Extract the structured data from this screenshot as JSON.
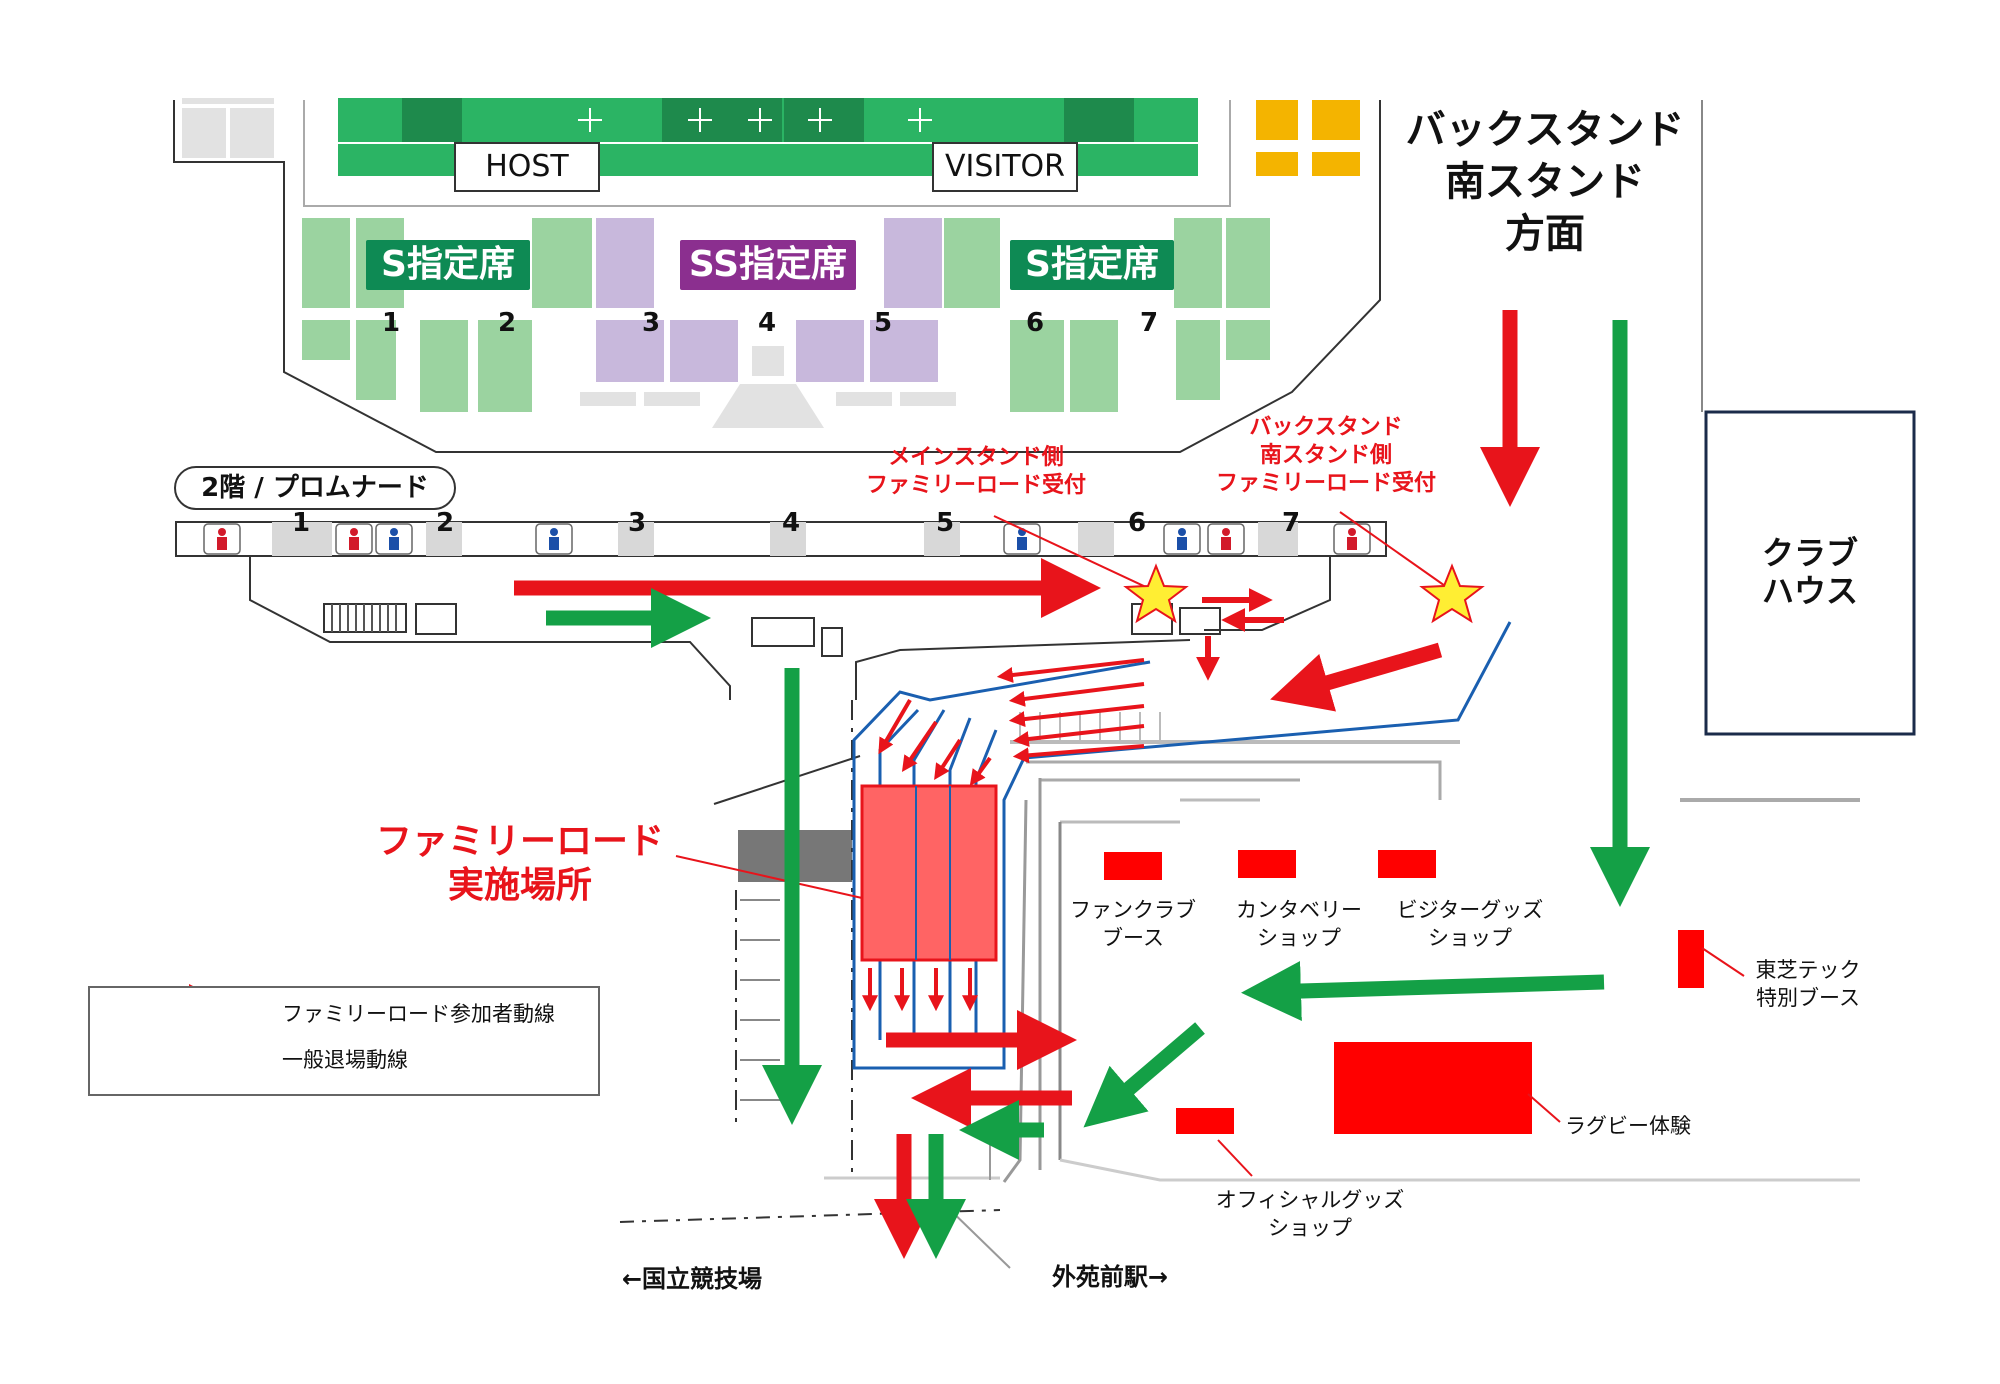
{
  "stadium": {
    "field_labels": {
      "host": "HOST",
      "visitor": "VISITOR"
    },
    "seat_badges": [
      {
        "label": "S指定席",
        "color": "#0e8a54"
      },
      {
        "label": "SS指定席",
        "color": "#8b2f8f"
      },
      {
        "label": "S指定席",
        "color": "#0e8a54"
      }
    ],
    "seat_numbers": [
      "1",
      "2",
      "3",
      "4",
      "5",
      "6",
      "7"
    ]
  },
  "promenade": {
    "label": "2階 / プロムナード",
    "gate_numbers": [
      "1",
      "2",
      "3",
      "4",
      "5",
      "6",
      "7"
    ]
  },
  "labels": {
    "back_stand": [
      "バックスタンド",
      "南スタンド",
      "方面"
    ],
    "main_reception": [
      "メインスタンド側",
      "ファミリーロード受付"
    ],
    "back_reception": [
      "バックスタンド",
      "南スタンド側",
      "ファミリーロード受付"
    ],
    "club_house": [
      "クラブ",
      "ハウス"
    ],
    "family_road_venue": [
      "ファミリーロード",
      "実施場所"
    ],
    "fanclub_booth": [
      "ファンクラブ",
      "ブース"
    ],
    "canterbury_shop": [
      "カンタベリー",
      "ショップ"
    ],
    "visitor_goods": [
      "ビジターグッズ",
      "ショップ"
    ],
    "toshiba_booth": [
      "東芝テック",
      "特別ブース"
    ],
    "rugby_experience": "ラグビー体験",
    "official_goods": [
      "オフィシャルグッズ",
      "ショップ"
    ],
    "national_stadium": "←国立競技場",
    "gaienmae_station": "外苑前駅→"
  },
  "legend": [
    {
      "label": "ファミリーロード参加者動線",
      "color": "#e8141b"
    },
    {
      "label": "一般退場動線",
      "color": "#14a046"
    }
  ],
  "colors": {
    "red_route": "#e8141b",
    "green_route": "#14a046",
    "booth_red": "#ff0000",
    "venue_fill": "#ff6464",
    "blue_line": "#1a5fb0",
    "star": "#ffee33",
    "seat_green": "#9bd3a0",
    "seat_purple": "#c8b8dc",
    "field_green": "#2bb464",
    "club_house_border": "#1b2b4a"
  }
}
